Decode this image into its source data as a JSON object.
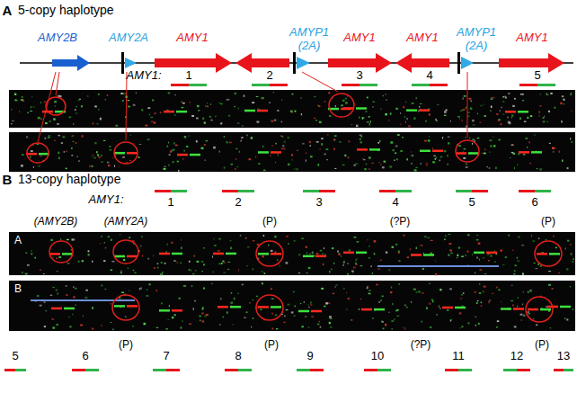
{
  "diagram": {
    "labels": [
      "A",
      "5-copy haplotype",
      "AMY2B",
      "AMY2A",
      "AMY1",
      "AMYP1",
      "(2A)",
      "AMY1",
      "AMY1",
      "AMYP1",
      "(2A)",
      "AMY1",
      "AMY1:",
      "1",
      "2",
      "3",
      "4",
      "5",
      "B",
      "13-copy haplotype",
      "AMY1:",
      "1",
      "2",
      "3",
      "4",
      "5",
      "6",
      "(AMY2B)",
      "(AMY2A)",
      "(P)",
      "(?P)",
      "(P)",
      "A",
      "B",
      "5",
      "6",
      "(P)",
      "7",
      "8",
      "(P)",
      "9",
      "10",
      "(?P)",
      "11",
      "12",
      "(P)",
      "13"
    ]
  }
}
